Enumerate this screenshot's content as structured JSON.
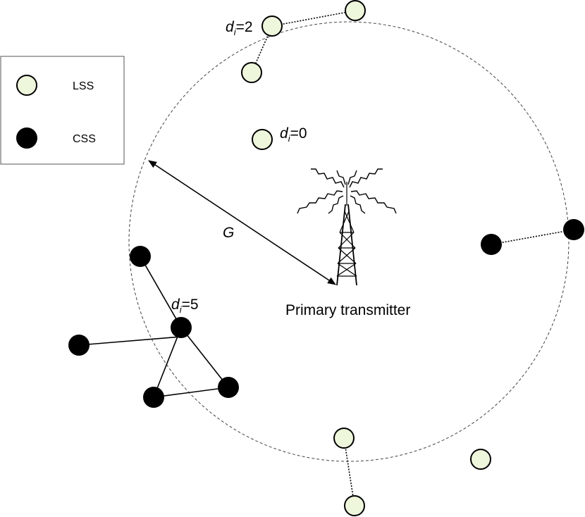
{
  "legend": {
    "items": [
      {
        "label": "LSS",
        "kind": "lss"
      },
      {
        "label": "CSS",
        "kind": "css"
      }
    ]
  },
  "labels": {
    "radius": "G",
    "tower": "Primary transmitter",
    "d_symbol": "d",
    "d_subscript": "i",
    "d0_value": "=0",
    "d2_value": "=2",
    "d5_value": "=5"
  },
  "colors": {
    "lss_fill": "#eef6dc",
    "css_fill": "#000000",
    "stroke": "#000000"
  },
  "icons": {
    "tower": "radio-tower-icon"
  }
}
